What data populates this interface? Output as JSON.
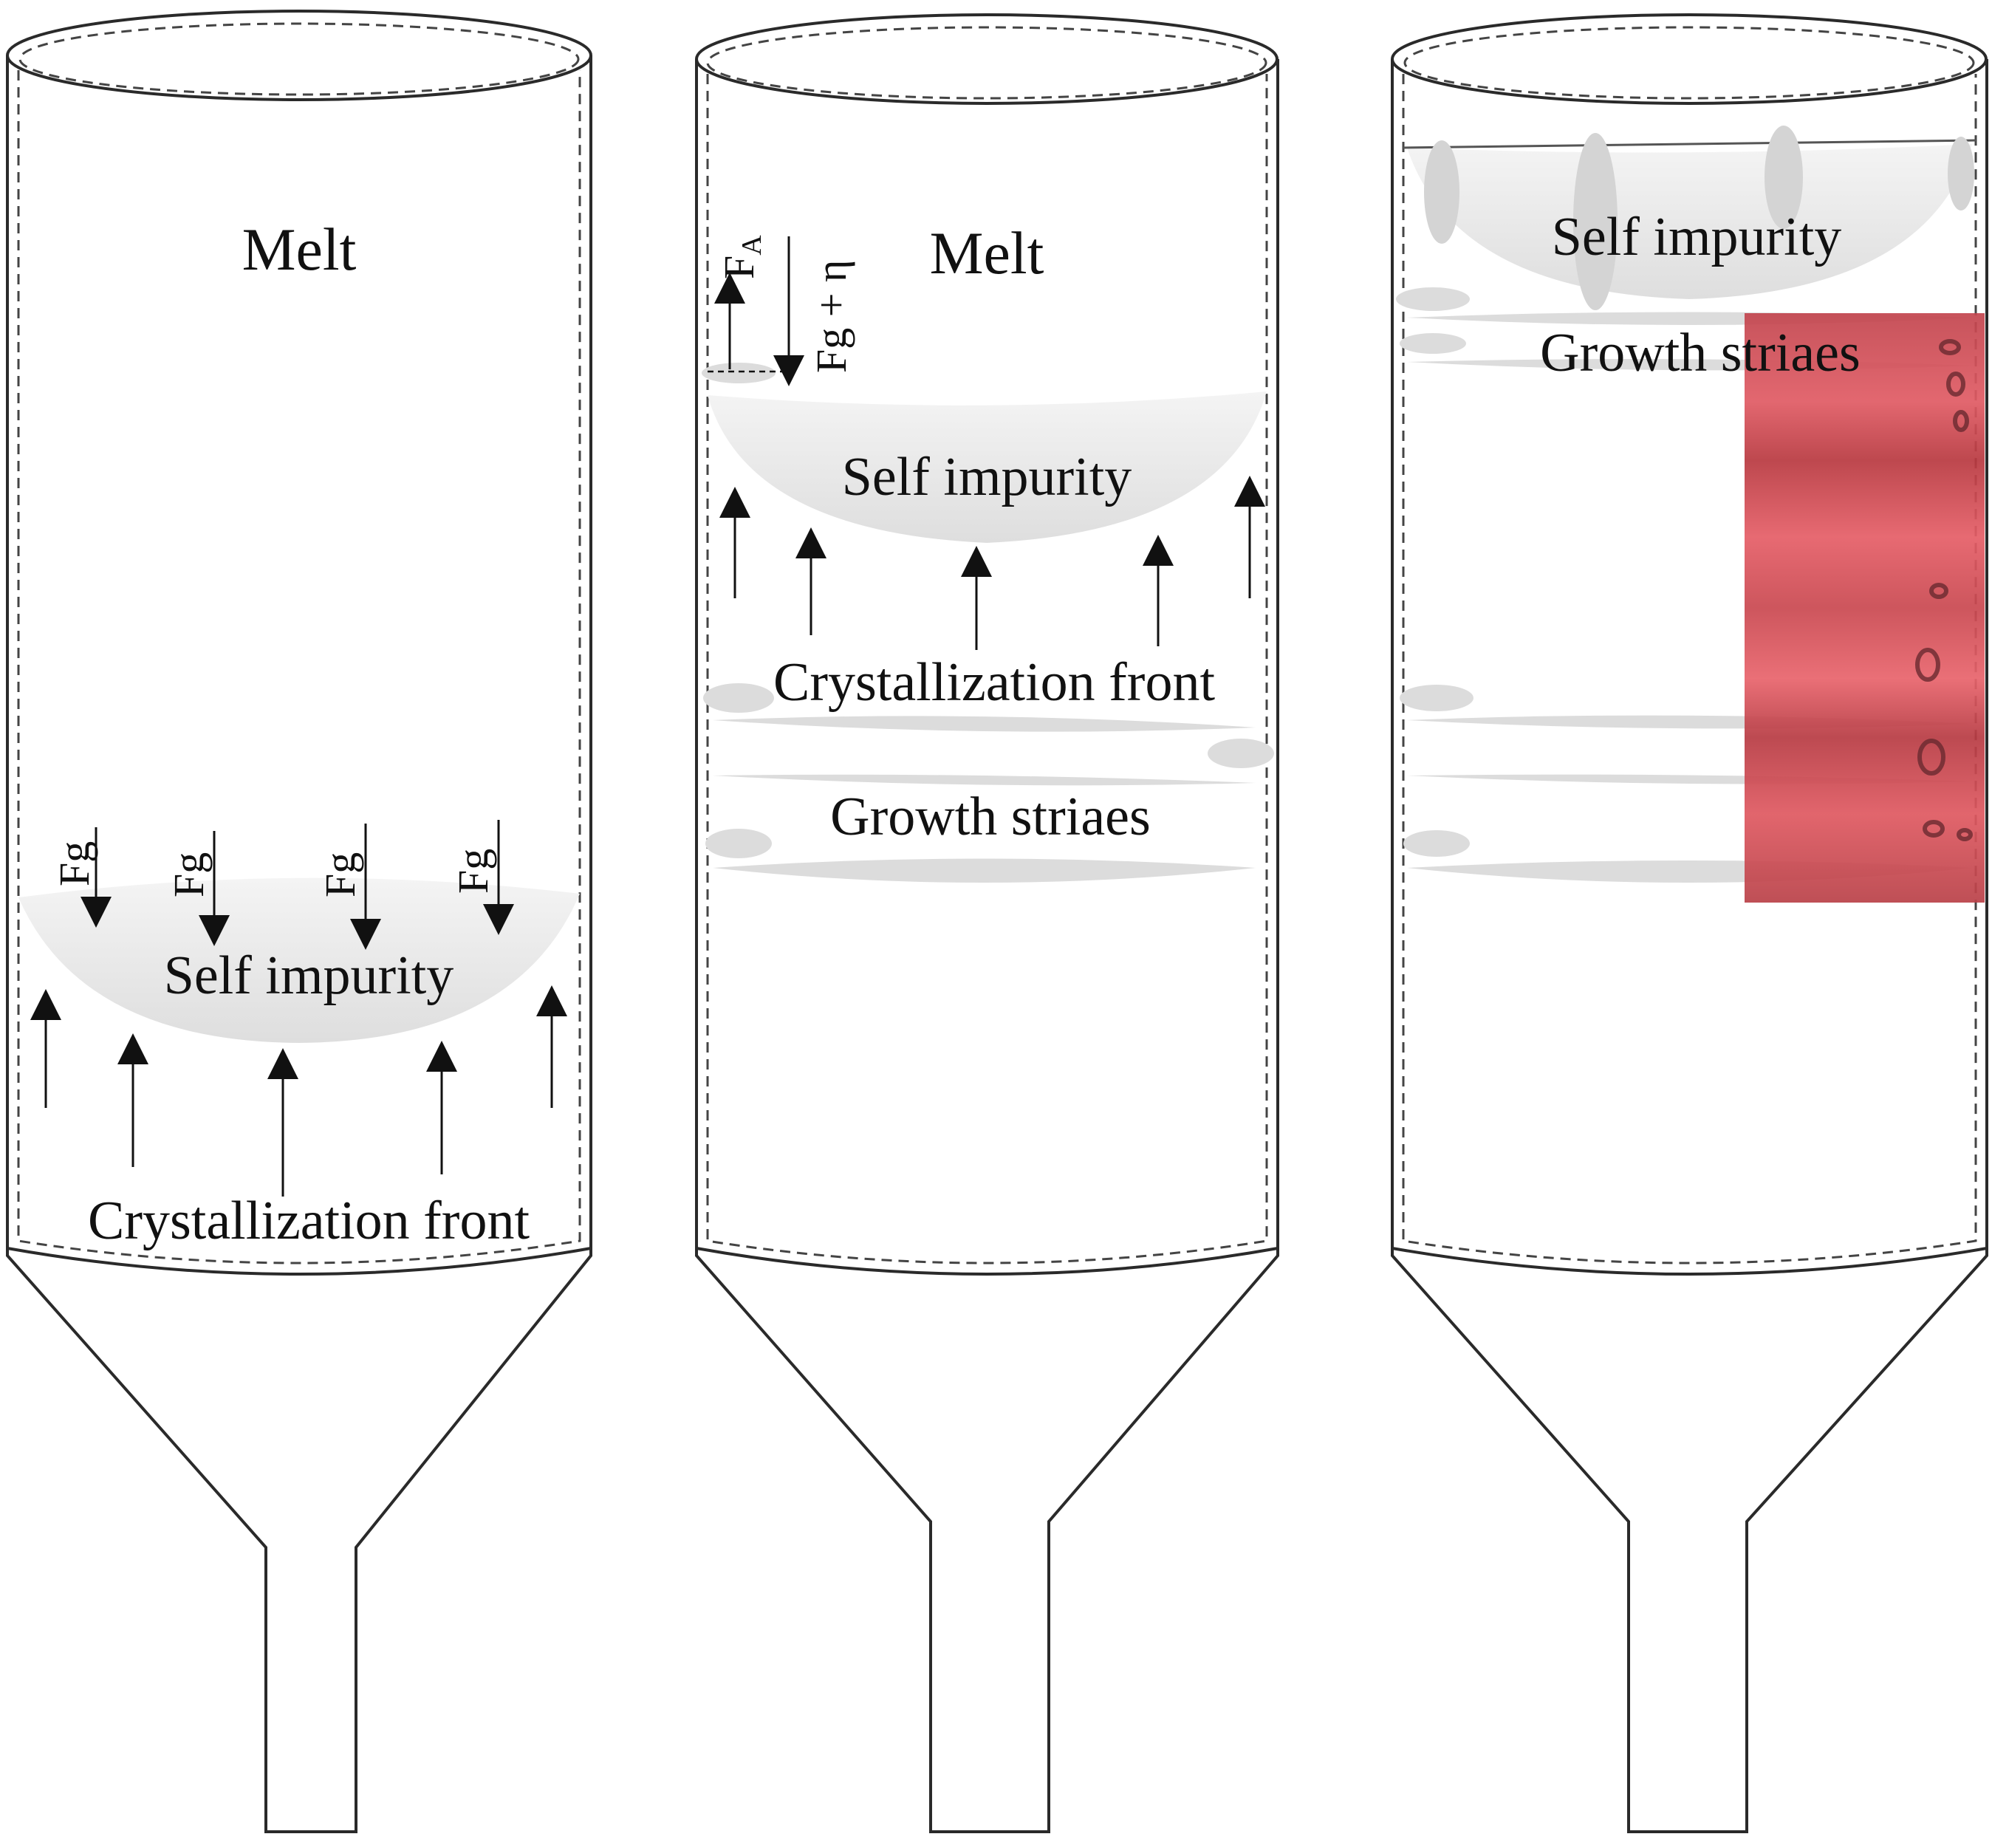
{
  "colors": {
    "outline": "#2a2a2a",
    "dash": "#444444",
    "impurity": "#e6e6e6",
    "striae": "#dcdcdc",
    "photo_red": "#d9404a"
  },
  "panels": [
    {
      "melt": "Melt",
      "gravity_label": "Fg",
      "self_impurity": "Self impurity",
      "crystallization_front": "Crystallization front"
    },
    {
      "melt": "Melt",
      "buoyancy_label": "F",
      "buoyancy_sub": "A",
      "down_force_label": "Fg + η",
      "self_impurity": "Self impurity",
      "crystallization_front": "Crystallization front",
      "growth_striae": "Growth striaes"
    },
    {
      "self_impurity": "Self impurity",
      "growth_striae": "Growth striaes"
    }
  ]
}
